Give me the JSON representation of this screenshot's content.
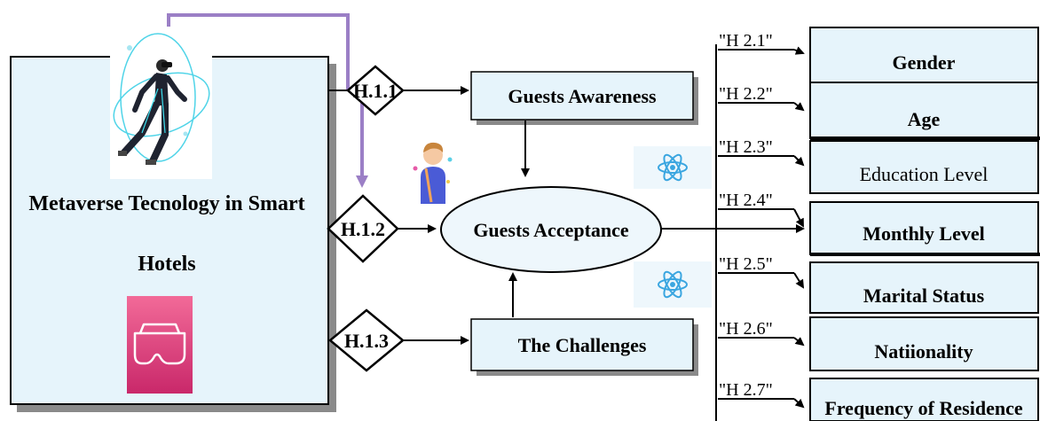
{
  "main_box": {
    "title_line1": "Metaverse Tecnology in Smart",
    "title_line2": "Hotels"
  },
  "hypotheses": {
    "h11": "H.1.1",
    "h12": "H.1.2",
    "h13": "H.1.3"
  },
  "middle": {
    "awareness": "Guests Awareness",
    "acceptance": "Guests Acceptance",
    "challenges": "The Challenges"
  },
  "h2_labels": [
    "\"H 2.1\"",
    "\"H 2.2\"",
    "\"H 2.3\"",
    "\"H 2.4\"",
    "\"H 2.5\"",
    "\"H 2.6\"",
    "\"H 2.7\""
  ],
  "variables": [
    {
      "label": "Gender",
      "bold": true
    },
    {
      "label": "Age",
      "bold": true
    },
    {
      "label": "Education Level",
      "bold": false
    },
    {
      "label": "Monthly Level",
      "bold": true
    },
    {
      "label": "Marital Status",
      "bold": true
    },
    {
      "label": "Natiionality",
      "bold": true
    },
    {
      "label": "Frequency of Residence",
      "bold": true
    }
  ],
  "colors": {
    "box_fill": "#e6f4fb",
    "box_fill_light": "#eef7fc",
    "accent_purple": "#9b7fc6",
    "vr_pink": "#e2487e",
    "atom_blue": "#3ba6e0",
    "stroke": "#000000"
  },
  "icons": [
    "vr-runner-illustration",
    "vr-headset-icon",
    "person-avatar-icon",
    "atom-icon",
    "atom-icon"
  ]
}
